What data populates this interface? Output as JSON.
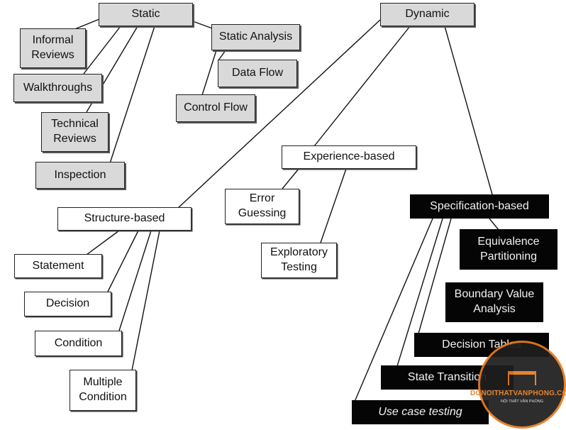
{
  "nodes": {
    "static": "Static",
    "dynamic": "Dynamic",
    "informal_reviews": "Informal\nReviews",
    "walkthroughs": "Walkthroughs",
    "technical_reviews": "Technical\nReviews",
    "inspection": "Inspection",
    "static_analysis": "Static Analysis",
    "data_flow": "Data Flow",
    "control_flow": "Control Flow",
    "experience_based": "Experience-based",
    "error_guessing": "Error\nGuessing",
    "exploratory_testing": "Exploratory\nTesting",
    "structure_based": "Structure-based",
    "statement": "Statement",
    "decision": "Decision",
    "condition": "Condition",
    "multiple_condition": "Multiple\nCondition",
    "specification_based": "Specification-based",
    "equivalence_partitioning": "Equivalence\nPartitioning",
    "boundary_value_analysis": "Boundary Value\nAnalysis",
    "decision_tables": "Decision Tables",
    "state_transition": "State Transition",
    "use_case_testing": "Use case testing"
  },
  "watermark": {
    "text": "DONOITHATVANPHONG.COM",
    "subtext": "NỘI THẤT VĂN PHÒNG",
    "accent_color": "#e87a1e"
  },
  "styles": {
    "gray_fill": "#d9d9d9",
    "black_fill": "#050505",
    "white_fill": "#ffffff"
  }
}
